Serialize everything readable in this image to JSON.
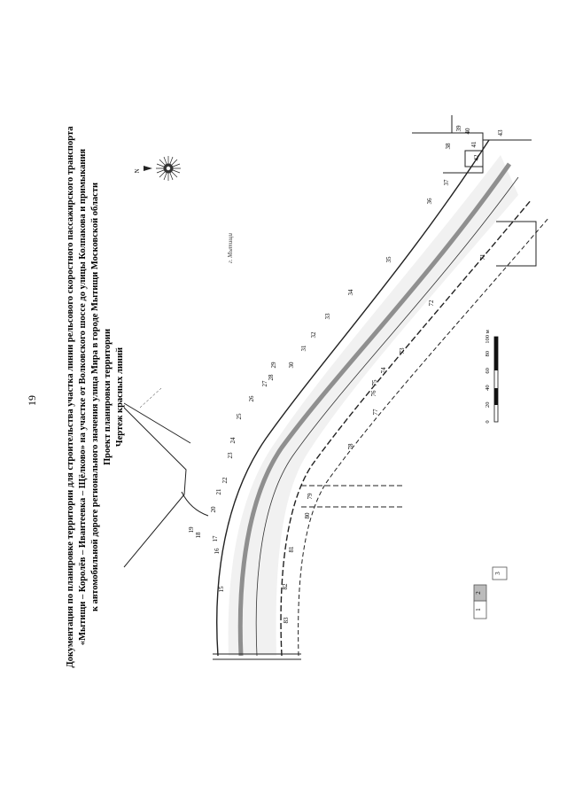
{
  "page": {
    "number": "19"
  },
  "header": {
    "line1": "Документация по планировке территории для строительства участка линии рельсового скоростного пассажирского транспорта",
    "line2": "«Мытищи – Королёв – Ивантеевка – Щёлково» на участке от Волковского шоссе до улицы Колпакова и примыкания",
    "line3": "к автомобильной дороге регионального значения улица Мира в городе Мытищи Московской области",
    "line4": "Проект планировки территории",
    "line5": "Чертеж красных линий"
  },
  "map": {
    "city_label": "г. Мытищи",
    "north_label": "N",
    "point_labels": [
      "15",
      "16",
      "17",
      "18",
      "19",
      "20",
      "21",
      "22",
      "23",
      "24",
      "25",
      "26",
      "27",
      "28",
      "29",
      "30",
      "31",
      "32",
      "33",
      "34",
      "35",
      "36",
      "37",
      "38",
      "39",
      "40",
      "41",
      "42",
      "43",
      "71",
      "72",
      "73",
      "74",
      "75",
      "76",
      "77",
      "78",
      "79",
      "80",
      "81",
      "82",
      "83"
    ]
  },
  "scale_bar": {
    "ticks": [
      "0",
      "20",
      "40",
      "60",
      "80",
      "100 м"
    ]
  },
  "sheet_index": {
    "cells": [
      "1",
      "2",
      "3"
    ],
    "highlighted": "2"
  },
  "colors": {
    "ink": "#111111",
    "rail": "#8f8f8f",
    "paper": "#ffffff"
  }
}
